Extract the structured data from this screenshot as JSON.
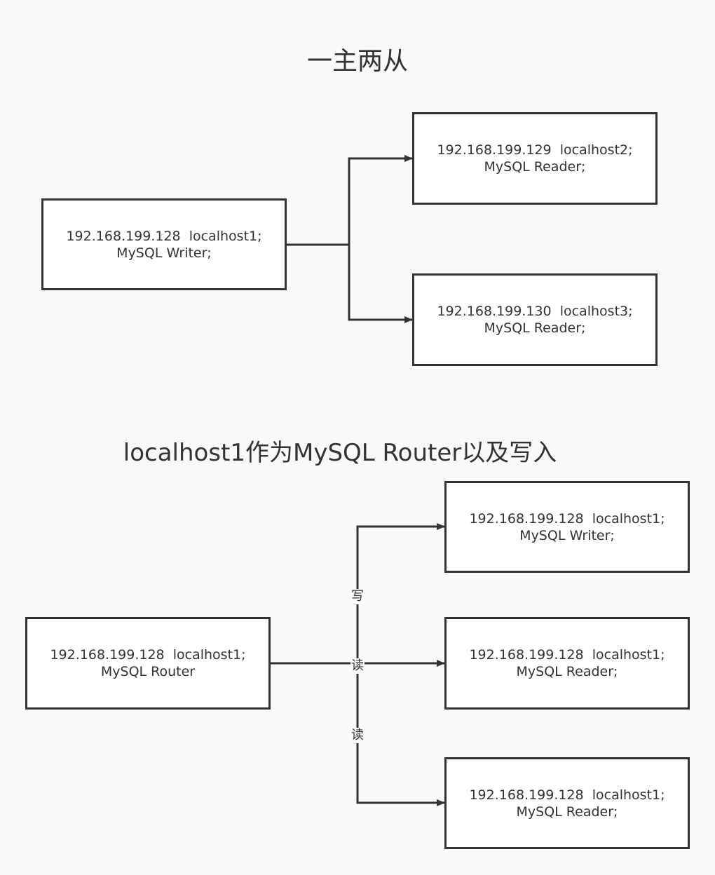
{
  "diagram1": {
    "title": "一主两从",
    "writer": {
      "line1": "192.168.199.128  localhost1;",
      "line2": "MySQL Writer;"
    },
    "reader1": {
      "line1": "192.168.199.129  localhost2;",
      "line2": "MySQL Reader;"
    },
    "reader2": {
      "line1": "192.168.199.130  localhost3;",
      "line2": "MySQL Reader;"
    }
  },
  "diagram2": {
    "title": "localhost1作为MySQL Router以及写入",
    "router": {
      "line1": "192.168.199.128  localhost1;",
      "line2": "MySQL Router"
    },
    "writer": {
      "line1": "192.168.199.128  localhost1;",
      "line2": "MySQL Writer;"
    },
    "reader1": {
      "line1": "192.168.199.128  localhost1;",
      "line2": "MySQL Reader;"
    },
    "reader2": {
      "line1": "192.168.199.128  localhost1;",
      "line2": "MySQL Reader;"
    },
    "edge_labels": {
      "write": "写",
      "read1": "读",
      "read2": "读"
    }
  },
  "colors": {
    "line": "#333333",
    "background": "#f9f9f9",
    "box_fill": "#ffffff"
  }
}
